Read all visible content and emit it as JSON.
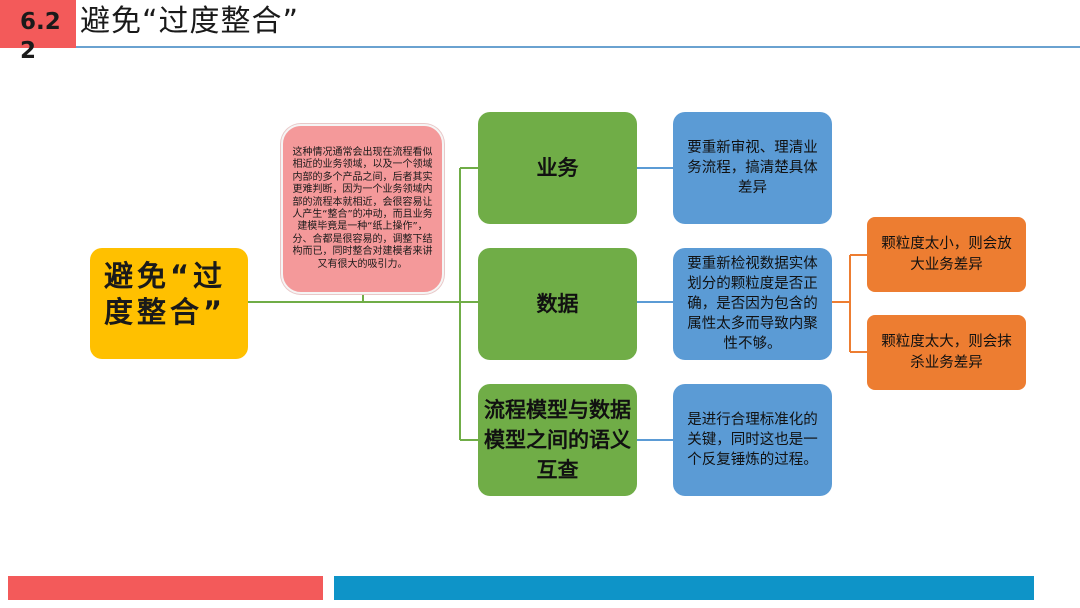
{
  "header": {
    "section_number": "6.22",
    "title": "避免“过度整合”"
  },
  "mindmap": {
    "root": {
      "label": "避免“过度整合”"
    },
    "note": "这种情况通常会出现在流程看似相近的业务领域，以及一个领域内部的多个产品之间，后者其实更难判断，因为一个业务领域内部的流程本就相近，会很容易让人产生“整合”的冲动，而且业务建模毕竟是一种“纸上操作”，分、合都是很容易的，调整下结构而已，同时整合对建模者来讲又有很大的吸引力。",
    "branches": [
      {
        "label": "业务",
        "detail": "要重新审视、理清业务流程，搞清楚具体差异"
      },
      {
        "label": "数据",
        "detail": "要重新检视数据实体划分的颗粒度是否正确，是否因为包含的属性太多而导致内聚性不够。"
      },
      {
        "label": "流程模型与数据模型之间的语义互查",
        "detail": "是进行合理标准化的关键，同时这也是一个反复锤炼的过程。"
      }
    ],
    "sub_details": [
      "颗粒度太小，则会放大业务差异",
      "颗粒度太大，则会抹杀业务差异"
    ]
  },
  "colors": {
    "accent_red": "#f35a5a",
    "accent_blue": "#0e94c8",
    "root": "#ffc000",
    "note": "#f4999a",
    "branch": "#70ad47",
    "detail": "#5b9bd5",
    "sub_detail": "#ed7d31",
    "connector": "#70ad47"
  }
}
